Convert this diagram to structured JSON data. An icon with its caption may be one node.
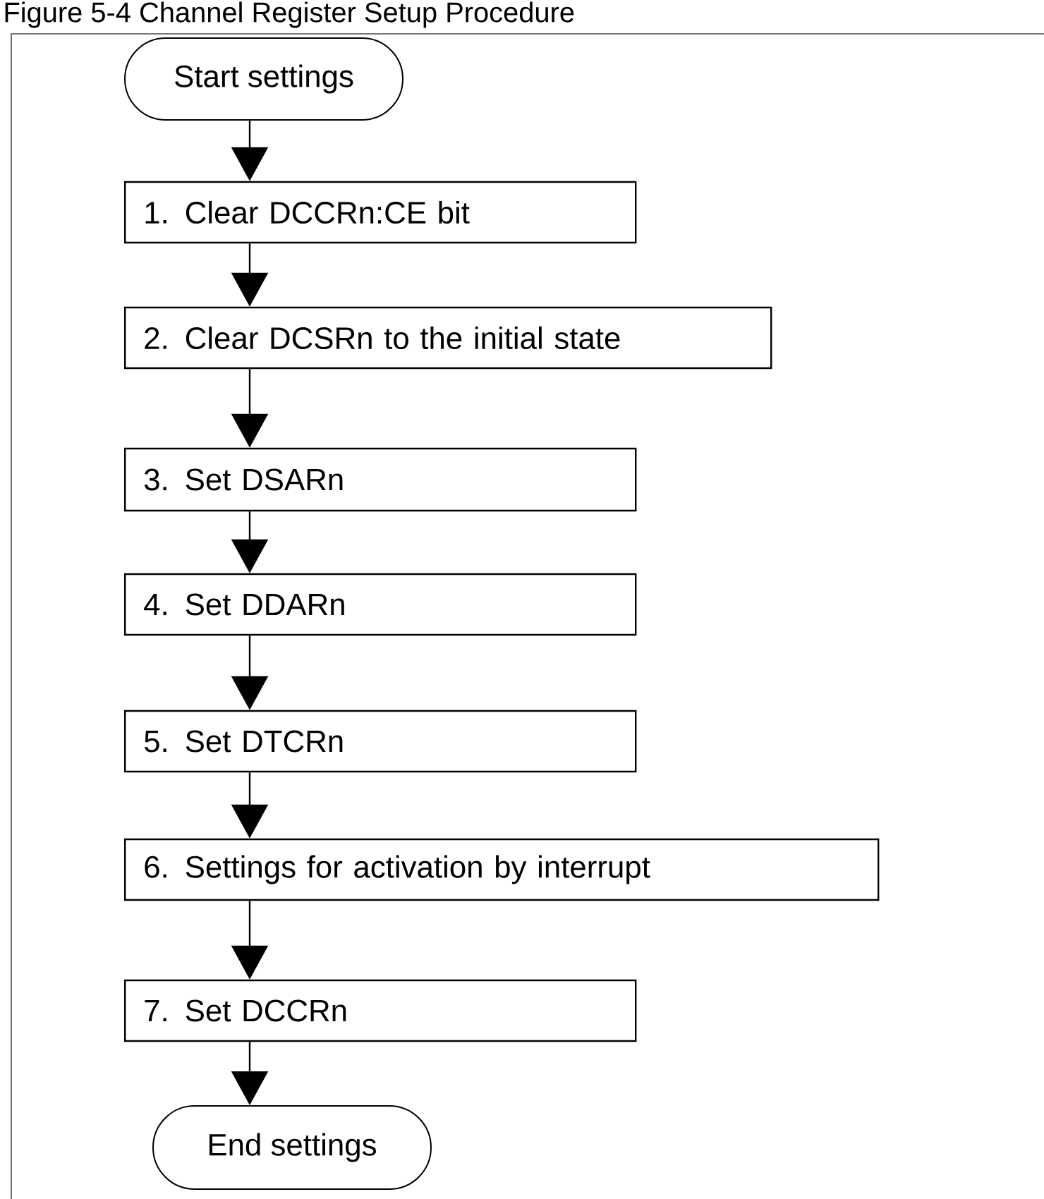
{
  "diagram": {
    "title": "Figure 5-4 Channel Register Setup Procedure",
    "nodes": [
      {
        "text": [
          "Start settings"
        ]
      },
      {
        "text": [
          "1. Clear DCCRn:CE bit"
        ]
      },
      {
        "text": [
          "2. Clear DCSRn to the initial state"
        ]
      },
      {
        "text": [
          "3. Set DSARn"
        ]
      },
      {
        "text": [
          "4. Set DDARn"
        ]
      },
      {
        "text": [
          "5. Set DTCRn"
        ]
      },
      {
        "text": [
          "6. Settings for activation by interrupt"
        ]
      },
      {
        "text": [
          "7. Set DCCRn"
        ]
      },
      {
        "text": [
          "End settings"
        ]
      }
    ],
    "edges": [
      {
        "from": 0,
        "to": 1,
        "arrow": "to"
      },
      {
        "from": 1,
        "to": 2,
        "arrow": "to"
      },
      {
        "from": 2,
        "to": 3,
        "arrow": "to"
      },
      {
        "from": 3,
        "to": 4,
        "arrow": "to"
      },
      {
        "from": 4,
        "to": 5,
        "arrow": "to"
      },
      {
        "from": 5,
        "to": 6,
        "arrow": "to"
      },
      {
        "from": 6,
        "to": 7,
        "arrow": "to"
      },
      {
        "from": 7,
        "to": 8,
        "arrow": "to"
      }
    ]
  }
}
